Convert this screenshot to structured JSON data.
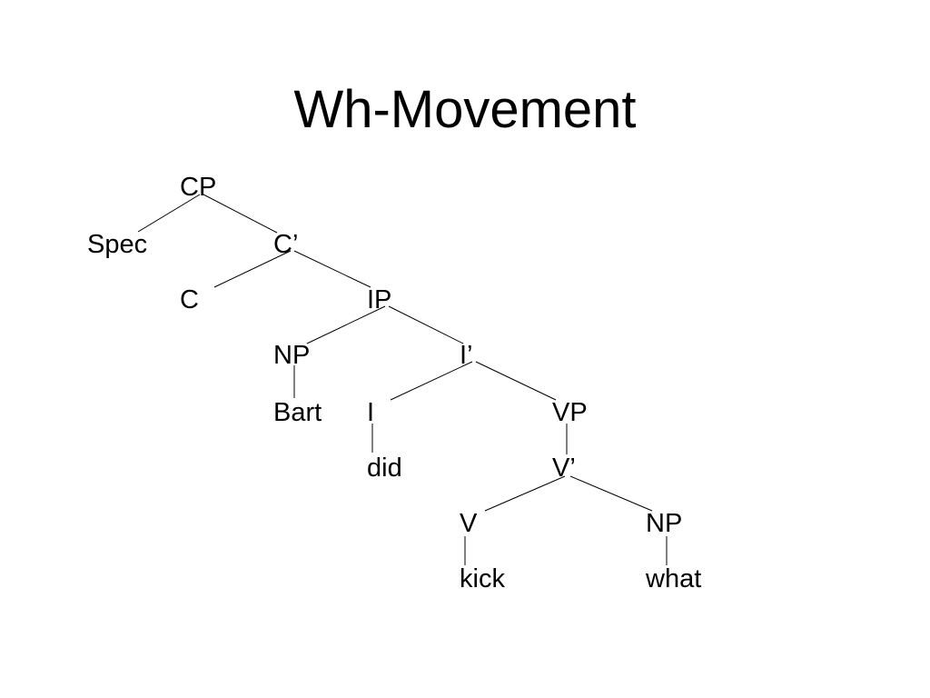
{
  "slide": {
    "title": "Wh-Movement"
  },
  "tree": {
    "nodes": [
      {
        "id": "cp",
        "label": "CP"
      },
      {
        "id": "spec",
        "label": "Spec"
      },
      {
        "id": "c-bar",
        "label": "C’"
      },
      {
        "id": "c",
        "label": "C"
      },
      {
        "id": "ip",
        "label": "IP"
      },
      {
        "id": "np-subject",
        "label": "NP"
      },
      {
        "id": "i-bar",
        "label": "I’"
      },
      {
        "id": "bart",
        "label": "Bart"
      },
      {
        "id": "i",
        "label": "I"
      },
      {
        "id": "vp",
        "label": "VP"
      },
      {
        "id": "did",
        "label": "did"
      },
      {
        "id": "v-bar",
        "label": "V’"
      },
      {
        "id": "v",
        "label": "V"
      },
      {
        "id": "np-object",
        "label": "NP"
      },
      {
        "id": "kick",
        "label": "kick"
      },
      {
        "id": "what",
        "label": "what"
      }
    ],
    "edges": [
      [
        "cp",
        "spec"
      ],
      [
        "cp",
        "c-bar"
      ],
      [
        "c-bar",
        "c"
      ],
      [
        "c-bar",
        "ip"
      ],
      [
        "ip",
        "np-subject"
      ],
      [
        "ip",
        "i-bar"
      ],
      [
        "np-subject",
        "bart"
      ],
      [
        "i-bar",
        "i"
      ],
      [
        "i-bar",
        "vp"
      ],
      [
        "i",
        "did"
      ],
      [
        "vp",
        "v-bar"
      ],
      [
        "v-bar",
        "v"
      ],
      [
        "v-bar",
        "np-object"
      ],
      [
        "v",
        "kick"
      ],
      [
        "np-object",
        "what"
      ]
    ]
  }
}
